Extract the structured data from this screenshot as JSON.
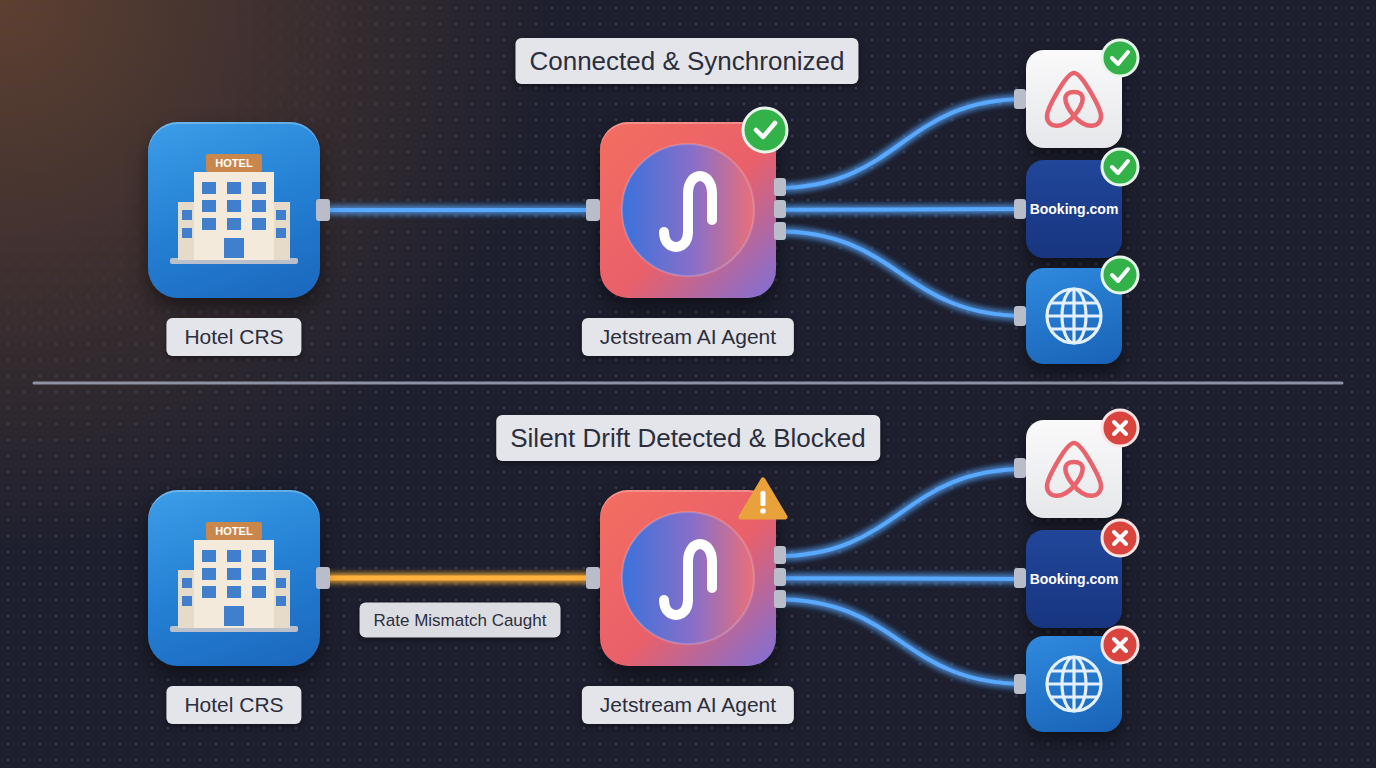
{
  "diagram": {
    "nodes": [
      {
        "text": [
          "HOTEL",
          "Hotel CRS"
        ]
      },
      {
        "text": [
          "Jetstream AI Agent"
        ]
      },
      {
        "text": []
      },
      {
        "text": [
          "Booking.com"
        ]
      },
      {
        "text": []
      },
      {
        "text": [
          "HOTEL",
          "Hotel CRS"
        ]
      },
      {
        "text": [
          "Jetstream AI Agent"
        ]
      },
      {
        "text": []
      },
      {
        "text": [
          "Booking.com"
        ]
      },
      {
        "text": []
      }
    ],
    "edges": [
      {
        "from": 0,
        "to": 1,
        "arrow": "none"
      },
      {
        "from": 1,
        "to": 2,
        "arrow": "none"
      },
      {
        "from": 1,
        "to": 3,
        "arrow": "none"
      },
      {
        "from": 1,
        "to": 4,
        "arrow": "none"
      },
      {
        "from": 5,
        "to": 6,
        "label": "Rate Mismatch Caught",
        "arrow": "none"
      },
      {
        "from": 6,
        "to": 7,
        "arrow": "none"
      },
      {
        "from": 6,
        "to": 8,
        "arrow": "none"
      },
      {
        "from": 6,
        "to": 9,
        "arrow": "none"
      }
    ],
    "labels": [
      "Connected & Synchronized",
      "Silent Drift Detected & Blocked"
    ]
  }
}
